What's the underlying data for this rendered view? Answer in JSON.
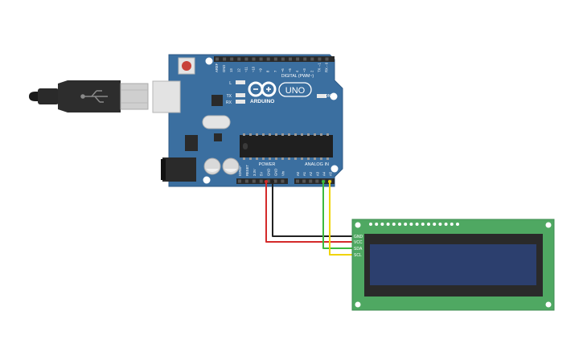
{
  "board": {
    "brand": "ARDUINO",
    "model": "UNO",
    "digital_header_label": "DIGITAL (PWM~)",
    "power_label": "POWER",
    "analog_label": "ANALOG IN",
    "on_label": "ON",
    "led_labels": [
      "L",
      "TX",
      "RX"
    ],
    "digital_pins": [
      "AREF",
      "GND",
      "13",
      "12",
      "~11",
      "~10",
      "~9",
      "8",
      "7",
      "~6",
      "~5",
      "4",
      "~3",
      "2",
      "TX→1",
      "RX←0"
    ],
    "power_pins": [
      "IOREF",
      "RESET",
      "3.3V",
      "5V",
      "GND",
      "GND",
      "Vin"
    ],
    "analog_pins": [
      "A0",
      "A1",
      "A2",
      "A3",
      "A4",
      "A5"
    ]
  },
  "lcd": {
    "pins": [
      "GND",
      "VCC",
      "SDA",
      "SCL"
    ]
  },
  "colors": {
    "board": "#3b6fa0",
    "lcd_pcb": "#4fa862",
    "lcd_screen": "#2c3f6e",
    "wire_black": "#222222",
    "wire_red": "#d42a2a",
    "wire_green": "#3dba3d",
    "wire_yellow": "#f0d400"
  }
}
